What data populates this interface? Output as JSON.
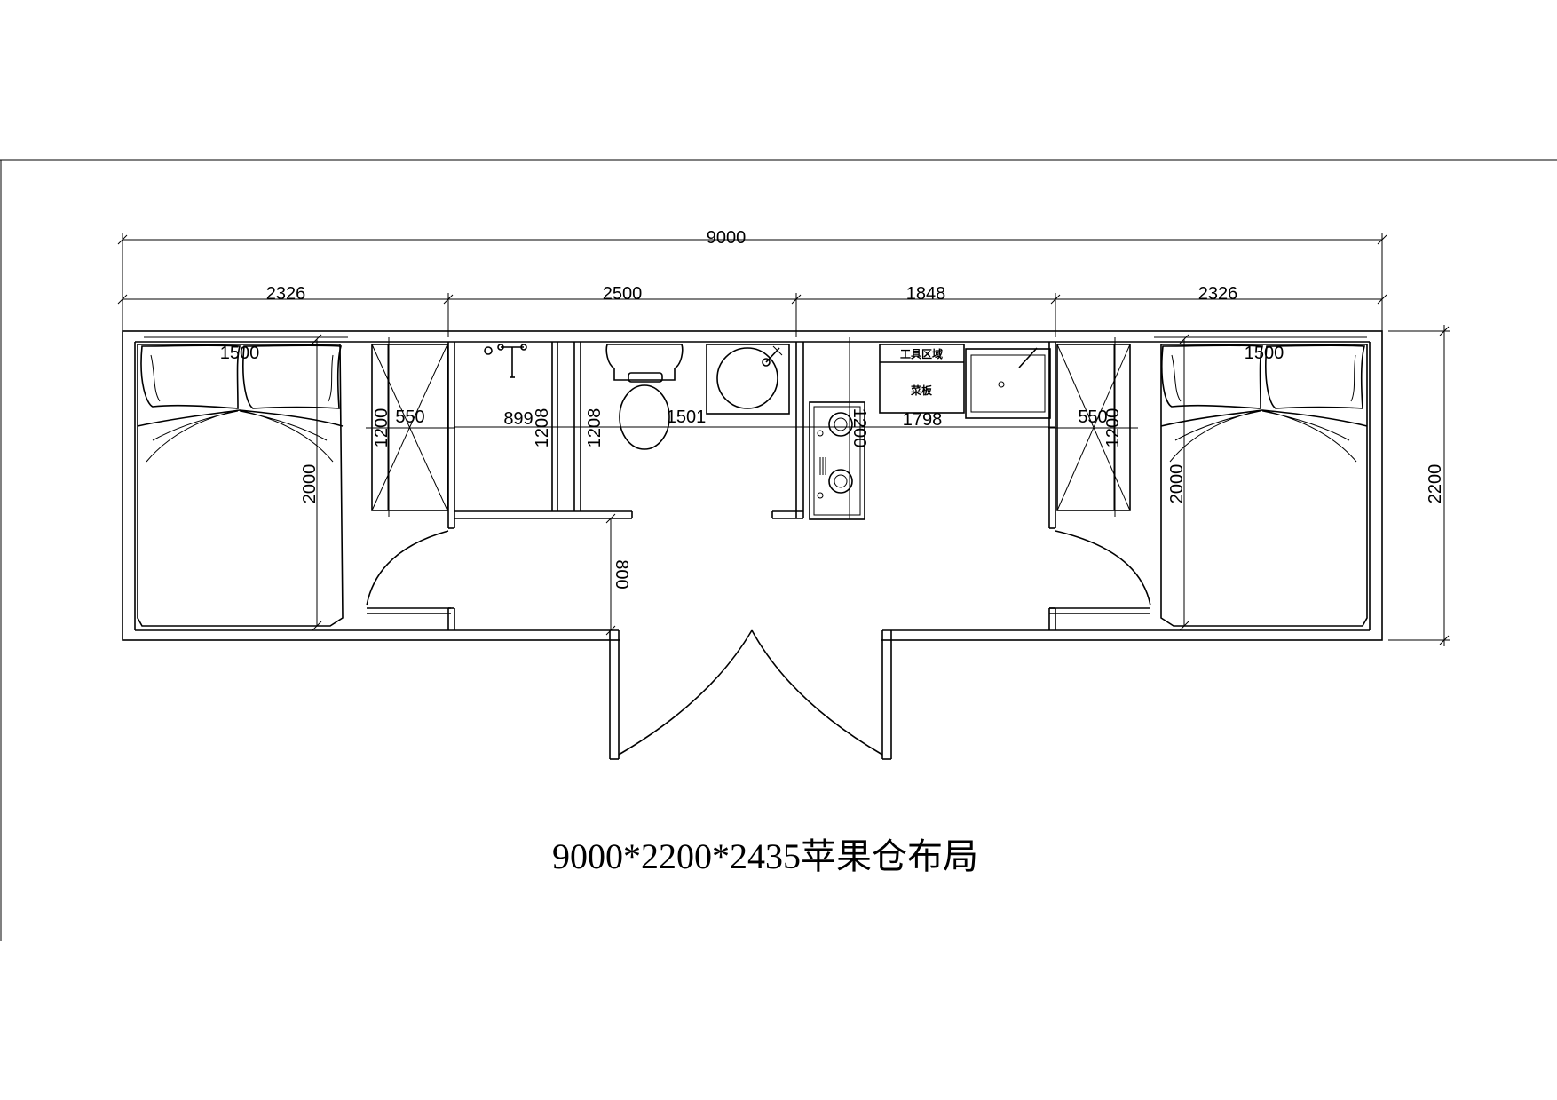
{
  "title": "9000*2200*2435苹果仓布局",
  "dimensions": {
    "overall_length": "9000",
    "overall_width": "2200",
    "sections": [
      "2326",
      "2500",
      "1848",
      "2326"
    ]
  },
  "room_dims": {
    "bed_left_width": "1500",
    "bed_left_length": "2000",
    "closet_left_depth": "550",
    "closet_left_length": "1200",
    "shower_width": "899",
    "shower_depth": "1208",
    "toilet_depth": "1208",
    "bath_length": "1501",
    "hallway_width": "800",
    "cooktop_length": "1200",
    "counter_length": "1798",
    "closet_right_depth": "550",
    "closet_right_length": "1200",
    "bed_right_width": "1500",
    "bed_right_length": "2000"
  },
  "labels": {
    "tool_area": "工具区域",
    "cutting_board": "菜板"
  }
}
